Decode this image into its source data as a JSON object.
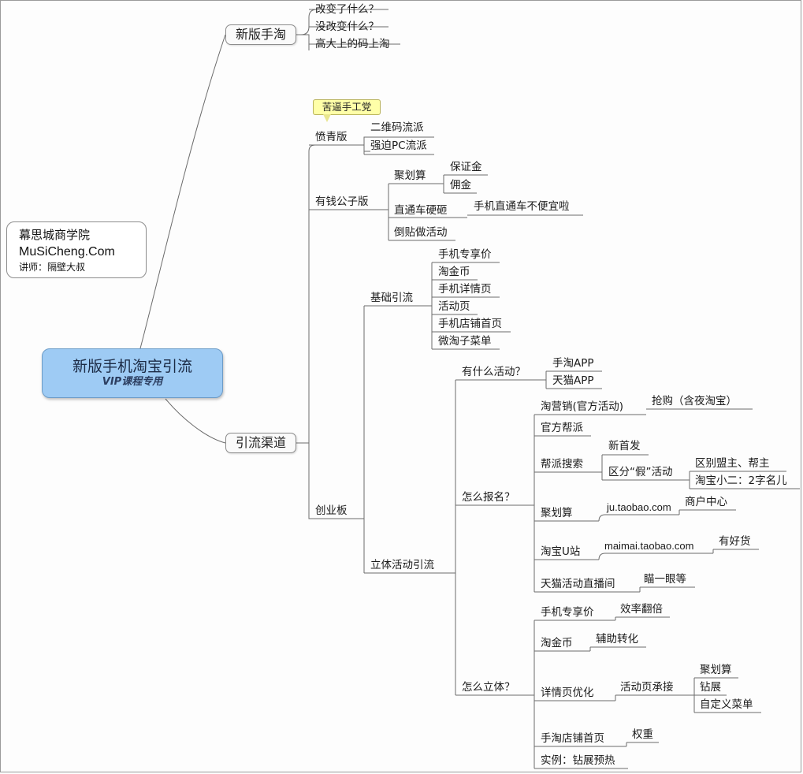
{
  "central": {
    "title": "新版手机淘宝引流",
    "subtitle": "VIP课程专用"
  },
  "info": {
    "school": "幕思城商学院",
    "site": "MuSiCheng.Com",
    "lecturer": "讲师：隔壁大叔"
  },
  "branch1": {
    "title": "新版手淘",
    "items": [
      "改变了什么？",
      "没改变什么？",
      "高大上的码上淘"
    ]
  },
  "branch2": {
    "title": "引流渠道",
    "fenqing": {
      "label": "愤青版",
      "callout": "苦逼手工党",
      "items": [
        "二维码流派",
        "强迫PC流派"
      ]
    },
    "youqian": {
      "label": "有钱公子版",
      "juhuasuan": {
        "label": "聚划算",
        "items": [
          "保证金",
          "佣金"
        ]
      },
      "zhitongche": {
        "label": "直通车硬砸",
        "item": "手机直通车不便宜啦"
      },
      "daotie": "倒贴做活动"
    },
    "chuangye": {
      "label": "创业板",
      "jichu": {
        "label": "基础引流",
        "items": [
          "手机专享价",
          "淘金币",
          "手机详情页",
          "活动页",
          "手机店铺首页",
          "微淘子菜单"
        ]
      },
      "liti": {
        "label": "立体活动引流",
        "huodong": {
          "label": "有什么活动？",
          "items": [
            "手淘APP",
            "天猫APP"
          ]
        },
        "baoming": {
          "label": "怎么报名？",
          "taoyingxiao": {
            "label": "淘营销(官方活动)",
            "item": "抢购（含夜淘宝）"
          },
          "guanfang": "官方帮派",
          "bangpai": {
            "label": "帮派搜索",
            "xinshoufa": "新首发",
            "qufen": {
              "label": "区分“假”活动",
              "items": [
                "区别盟主、帮主",
                "淘宝小二：2字名儿"
              ]
            }
          },
          "juhuasuan": {
            "label": "聚划算",
            "url": "ju.taobao.com",
            "item": "商户中心"
          },
          "uzhan": {
            "label": "淘宝U站",
            "url": "maimai.taobao.com",
            "item": "有好货"
          },
          "zhibo": {
            "label": "天猫活动直播间",
            "item": "瞄一眼等"
          }
        },
        "liti": {
          "label": "怎么立体？",
          "zhuanxiang": {
            "label": "手机专享价",
            "item": "效率翻倍"
          },
          "taojinbi": {
            "label": "淘金币",
            "item": "辅助转化"
          },
          "xiangqing": {
            "label": "详情页优化",
            "sub": "活动页承接",
            "items": [
              "聚划算",
              "钻展",
              "自定义菜单"
            ]
          },
          "dianpu": {
            "label": "手淘店铺首页",
            "item": "权重"
          },
          "shili": "实例：钻展预热"
        }
      }
    }
  }
}
